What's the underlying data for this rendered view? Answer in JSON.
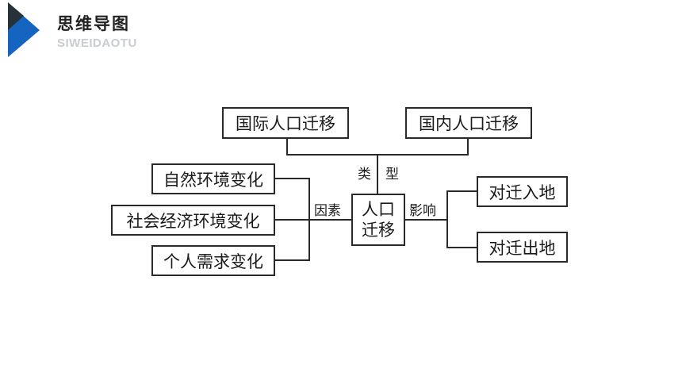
{
  "header": {
    "title": "思维导图",
    "subtitle": "SIWEIDAOTU",
    "logo_colors": [
      "#1565c0",
      "#263238"
    ]
  },
  "diagram": {
    "center": {
      "line1": "人口",
      "line2": "迁移"
    },
    "types": [
      "国际人口迁移",
      "国内人口迁移"
    ],
    "type_label_1": "类",
    "type_label_2": "型",
    "factors_label": "因素",
    "factors": [
      "自然环境变化",
      "社会经济环境变化",
      "个人需求变化"
    ],
    "impact_label": "影响",
    "impacts": [
      "对迁入地",
      "对迁出地"
    ]
  }
}
